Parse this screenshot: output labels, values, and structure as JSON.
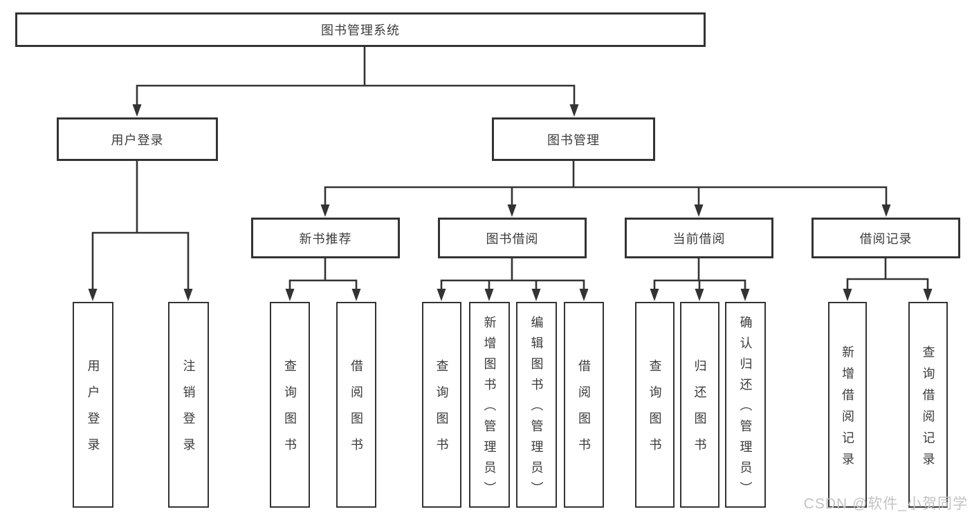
{
  "diagram": {
    "root": "图书管理系统",
    "login_branch": {
      "label": "用户登录",
      "children": [
        "用户登录",
        "注销登录"
      ]
    },
    "manage_branch": {
      "label": "图书管理",
      "groups": [
        {
          "label": "新书推荐",
          "children": [
            "查询图书",
            "借阅图书"
          ]
        },
        {
          "label": "图书借阅",
          "children": [
            "查询图书",
            "新增图书（管理员）",
            "编辑图书（管理员）",
            "借阅图书"
          ]
        },
        {
          "label": "当前借阅",
          "children": [
            "查询图书",
            "归还图书",
            "确认归还（管理员）"
          ]
        },
        {
          "label": "借阅记录",
          "children": [
            "新增借阅记录",
            "查询借阅记录"
          ]
        }
      ]
    },
    "watermark": "CSDN @软件_小贺同学"
  },
  "colors": {
    "line": "#333333",
    "text": "#3b3b3b",
    "background": "#ffffff",
    "watermark": "#c3c3c3"
  }
}
